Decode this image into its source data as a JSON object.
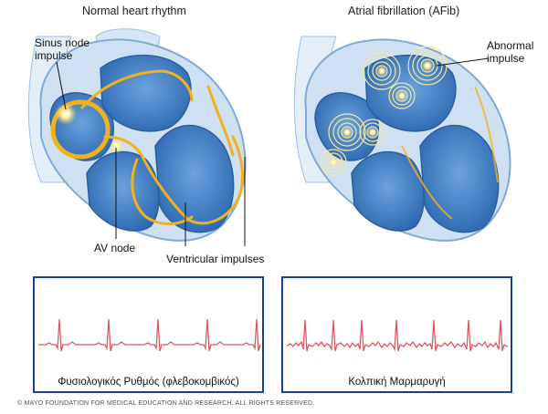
{
  "left_panel": {
    "title": "Normal heart rhythm",
    "labels": {
      "sinus_node": "Sinus node\nimpulse",
      "av_node": "AV node",
      "ventricular": "Ventricular impulses"
    }
  },
  "right_panel": {
    "title": "Atrial fibrillation (AFib)",
    "labels": {
      "abnormal": "Abnormal\nimpulse"
    }
  },
  "ecg": {
    "normal_caption": "Φυσιολογικός Ρυθμός (φλεβοκομβικός)",
    "afib_caption": "Κολπική Μαρμαρυγή"
  },
  "copyright": "© MAYO FOUNDATION FOR MEDICAL EDUCATION AND RESEARCH. ALL RIGHTS RESERVED.",
  "colors": {
    "heart_blue": "#3f7fc6",
    "heart_light": "#cfe0f2",
    "impulse": "#f2b21b",
    "ecg_line": "#e0575c",
    "frame": "#1d3f8f"
  }
}
